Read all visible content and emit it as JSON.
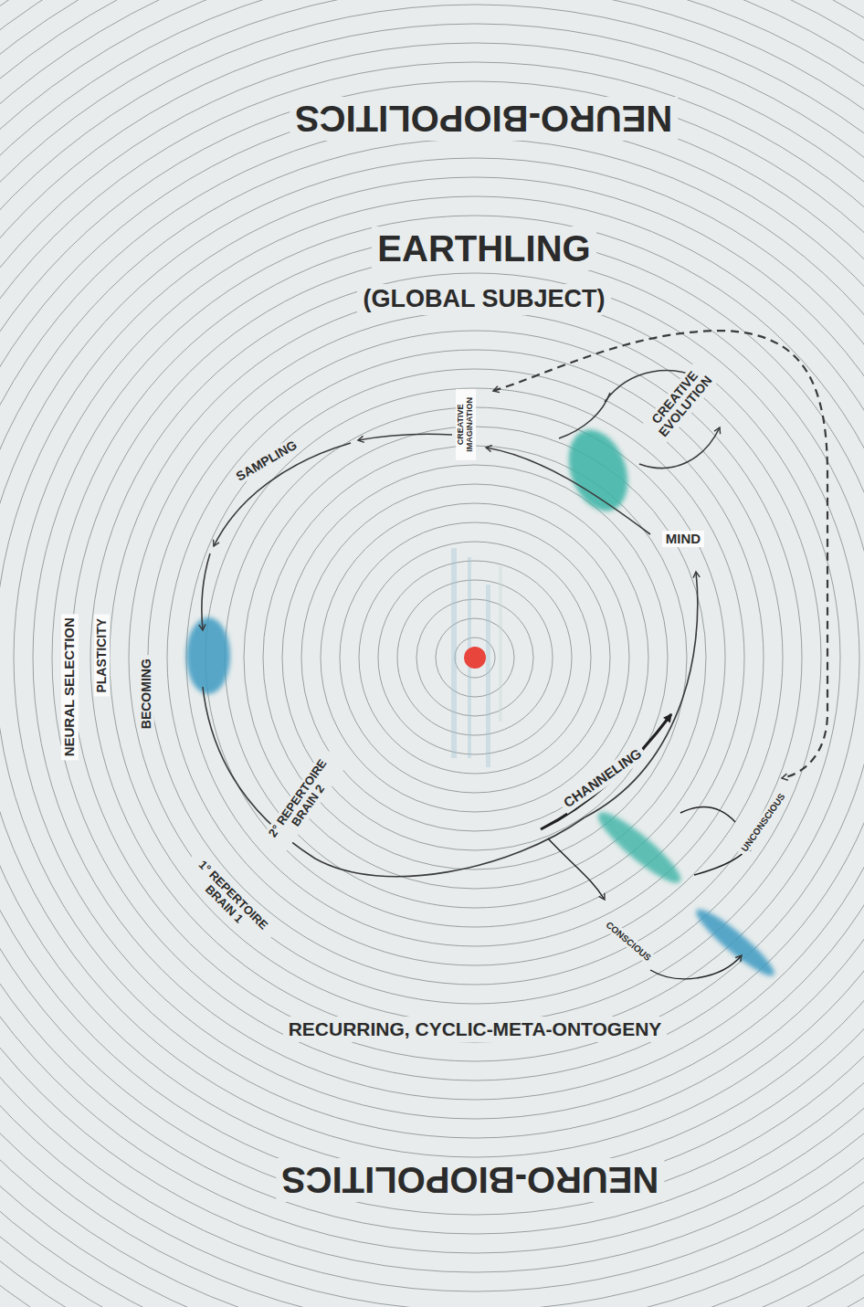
{
  "diagram": {
    "labels": [
      "NEURO-BIOPOLITICS",
      "EARTHLING",
      "(GLOBAL SUBJECT)",
      "CREATIVE IMAGINATION",
      "CREATIVE EVOLUTION",
      "SAMPLING",
      "MIND",
      "NEURAL SELECTION",
      "PLASTICITY",
      "BECOMING",
      "2° REPERTOIRE BRAIN 2",
      "CHANNELING",
      "UNCONSCIOUS",
      "1° REPERTOIRE BRAIN 1",
      "CONSCIOUS",
      "RECURRING, CYCLIC-META-ONTOGENY",
      "NEURO-BIOPOLITICS"
    ]
  }
}
